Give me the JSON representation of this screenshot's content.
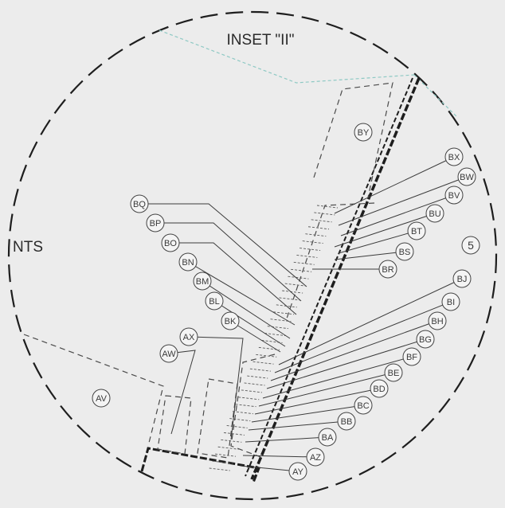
{
  "inset_title": "INSET \"II\"",
  "scale_note": "NTS",
  "number_tag": "5",
  "tags": [
    "BY",
    "BX",
    "BW",
    "BV",
    "BU",
    "BT",
    "BS",
    "BR",
    "BQ",
    "BP",
    "BO",
    "BN",
    "BM",
    "BL",
    "BK",
    "BJ",
    "BI",
    "BH",
    "BG",
    "BF",
    "BE",
    "BD",
    "BC",
    "BB",
    "BA",
    "AZ",
    "AY",
    "AX",
    "AW",
    "AV"
  ]
}
